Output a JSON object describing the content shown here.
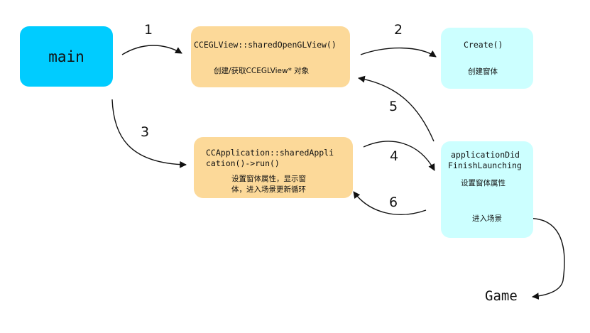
{
  "nodes": {
    "main": {
      "label": "main"
    },
    "opengl": {
      "code": "CCEGLView::sharedOpenGLView()",
      "desc": "创建/获取CCEGLView* 对象"
    },
    "create": {
      "code": "Create()",
      "desc": "创建窗体"
    },
    "app": {
      "code_line1": "CCApplication::sharedAppli",
      "code_line2": "cation()->run()",
      "desc_line1": "设置窗体属性，显示窗",
      "desc_line2": "体，进入场景更新循环"
    },
    "delegate": {
      "code_line1": "applicationDid",
      "code_line2": "FinishLaunching",
      "desc1": "设置窗体属性",
      "desc2": "进入场景"
    },
    "game": {
      "label": "Game"
    }
  },
  "edges": [
    {
      "label": "1",
      "from": "main",
      "to": "opengl"
    },
    {
      "label": "2",
      "from": "opengl",
      "to": "create"
    },
    {
      "label": "3",
      "from": "main",
      "to": "app"
    },
    {
      "label": "4",
      "from": "app",
      "to": "delegate"
    },
    {
      "label": "5",
      "from": "delegate",
      "to": "opengl"
    },
    {
      "label": "6",
      "from": "delegate",
      "to": "app"
    }
  ],
  "colors": {
    "main": "#00ccff",
    "process": "#fcd999",
    "window": "#ccffff",
    "line": "#111111"
  }
}
